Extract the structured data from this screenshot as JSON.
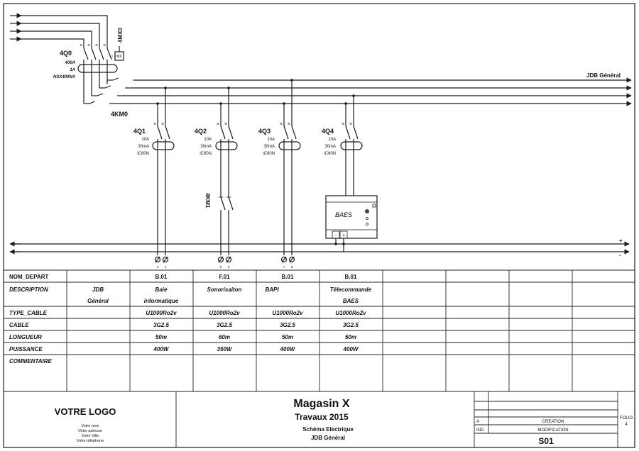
{
  "main_bus": {
    "label": "JDB Général",
    "polarity": [
      "+",
      "-"
    ]
  },
  "incomer": {
    "breaker_ref": "4Q0",
    "ratings": [
      "400A",
      "1A",
      "NSX400NA"
    ],
    "aux_ref": "4MX0",
    "aux_box": "MX",
    "contactor_ref": "4KM0"
  },
  "feeders": [
    {
      "ref": "4Q1",
      "ratings": [
        "10A",
        "30mA",
        "iC60N"
      ],
      "terminals": [
        "3",
        "4"
      ]
    },
    {
      "ref": "4Q2",
      "ratings": [
        "10A",
        "30mA",
        "iC60N"
      ],
      "terminals": [
        "5",
        "6"
      ],
      "contactor": "4KM1"
    },
    {
      "ref": "4Q3",
      "ratings": [
        "10A",
        "30mA",
        "iC60N"
      ],
      "terminals": [
        "7",
        "8"
      ]
    },
    {
      "ref": "4Q4",
      "ratings": [
        "10A",
        "30mA",
        "iC60N"
      ],
      "terminals": []
    }
  ],
  "baes": {
    "label": "BAES",
    "terminals": [
      "-",
      "+"
    ]
  },
  "table": {
    "row_labels": [
      "NOM_DEPART",
      "DESCRIPTION",
      "TYPE_CABLE",
      "CABLE",
      "LONGUEUR",
      "PUISSANCE",
      "COMMENTAIRE"
    ],
    "columns": [
      {
        "nom": "",
        "desc": [
          "JDB",
          "Général"
        ],
        "type": "",
        "cable": "",
        "longueur": "",
        "puissance": ""
      },
      {
        "nom": "B.01",
        "desc": [
          "Baie",
          "informatique"
        ],
        "type": "U1000Ro2v",
        "cable": "3G2.5",
        "longueur": "50m",
        "puissance": "400W"
      },
      {
        "nom": "F.01",
        "desc": [
          "Sonorisaiton"
        ],
        "type": "U1000Ro2v",
        "cable": "3G2.5",
        "longueur": "60m",
        "puissance": "350W"
      },
      {
        "nom": "B.01",
        "desc": [
          "BAPI"
        ],
        "type": "U1000Ro2v",
        "cable": "3G2.5",
        "longueur": "50m",
        "puissance": "400W"
      },
      {
        "nom": "B.01",
        "desc": [
          "Télecommande",
          "BAES"
        ],
        "type": "U1000Ro2v",
        "cable": "3G2.5",
        "longueur": "50m",
        "puissance": "400W"
      },
      {
        "nom": "",
        "desc": [],
        "type": "",
        "cable": "",
        "longueur": "",
        "puissance": ""
      },
      {
        "nom": "",
        "desc": [],
        "type": "",
        "cable": "",
        "longueur": "",
        "puissance": ""
      },
      {
        "nom": "",
        "desc": [],
        "type": "",
        "cable": "",
        "longueur": "",
        "puissance": ""
      },
      {
        "nom": "",
        "desc": [],
        "type": "",
        "cable": "",
        "longueur": "",
        "puissance": ""
      }
    ]
  },
  "title_block": {
    "logo": "VOTRE LOGO",
    "contact": [
      "Votre nom",
      "Votre adresse",
      "Votre Ville",
      "Votre téléphone"
    ],
    "project": "Magasin X",
    "works": "Travaux 2015",
    "doc_type": "Schéma Electrique",
    "doc_name": "JDB Général",
    "revisions": [
      {
        "index": "A",
        "label": "CREATION"
      },
      {
        "index": "IND",
        "label": "MODIFICATION"
      }
    ],
    "sheet_id": "S01",
    "folio_label": "FOLIO",
    "folio_number": "4"
  }
}
